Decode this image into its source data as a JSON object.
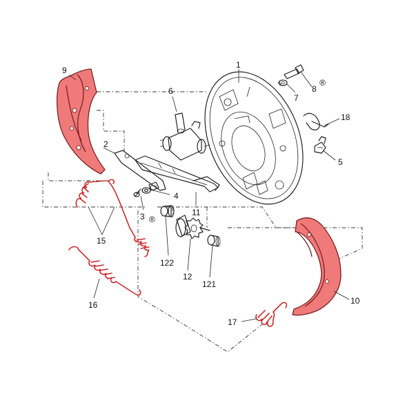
{
  "colors": {
    "highlight": "#f07a7a",
    "spring": "#cc2a2a",
    "line": "#222222"
  },
  "parts": {
    "p1": "1",
    "p2": "2",
    "p3": "3",
    "p4": "4",
    "p5": "5",
    "p6": "6",
    "p7": "7",
    "p8": "8",
    "p9": "9",
    "p10": "10",
    "p11": "11",
    "p12": "12",
    "p15": "15",
    "p16": "16",
    "p17": "17",
    "p18": "18",
    "p121": "121",
    "p122": "122"
  },
  "symbols": {
    "registered": "®"
  }
}
